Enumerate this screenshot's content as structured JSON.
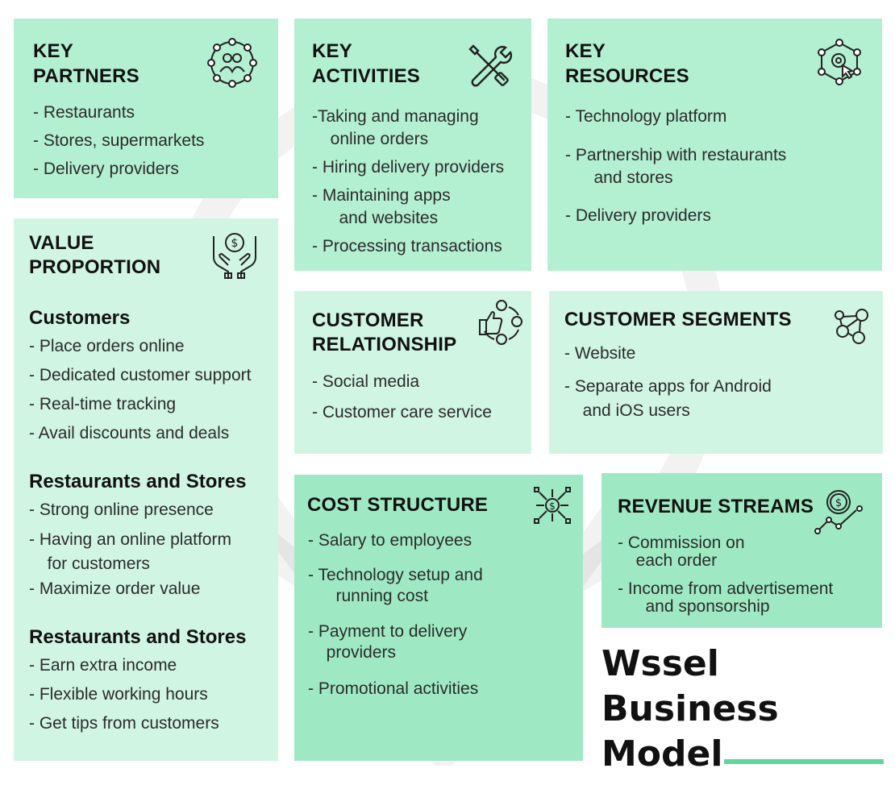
{
  "key_partners": {
    "title": [
      "KEY",
      "PARTNERS"
    ],
    "items": [
      "- Restaurants",
      "- Stores, supermarkets",
      "- Delivery providers"
    ]
  },
  "key_activities": {
    "title": [
      "KEY",
      "ACTIVITIES"
    ],
    "items": [
      [
        "-Taking and managing",
        "  online orders"
      ],
      [
        "- Hiring delivery providers"
      ],
      [
        "- Maintaining apps",
        "   and websites"
      ],
      [
        "- Processing transactions"
      ]
    ]
  },
  "key_resources": {
    "title": [
      "KEY",
      "RESOURCES"
    ],
    "items": [
      [
        "- Technology platform"
      ],
      [
        "- Partnership with restaurants",
        "   and stores"
      ],
      [
        "- Delivery providers"
      ]
    ]
  },
  "value_proposition": {
    "title": [
      "VALUE",
      "PROPORTION"
    ],
    "groups": [
      {
        "heading": "Customers",
        "items": [
          [
            "- Place orders online"
          ],
          [
            "- Dedicated customer support"
          ],
          [
            "- Real-time tracking"
          ],
          [
            "- Avail discounts and deals"
          ]
        ]
      },
      {
        "heading": "Restaurants and Stores",
        "items": [
          [
            "- Strong online presence"
          ],
          [
            "- Having an online platform",
            "  for customers"
          ],
          [
            "- Maximize order value"
          ]
        ]
      },
      {
        "heading": "Restaurants and Stores",
        "items": [
          [
            "- Earn extra income"
          ],
          [
            "- Flexible working hours"
          ],
          [
            "- Get tips from customers"
          ]
        ]
      }
    ]
  },
  "customer_relationship": {
    "title": [
      "CUSTOMER",
      "RELATIONSHIP"
    ],
    "items": [
      "- Social media",
      "- Customer care service"
    ]
  },
  "customer_segments": {
    "title": "CUSTOMER SEGMENTS",
    "items": [
      [
        "- Website"
      ],
      [
        "- Separate apps for Android",
        "  and iOS users"
      ]
    ]
  },
  "cost_structure": {
    "title": "COST STRUCTURE",
    "items": [
      [
        "- Salary to employees"
      ],
      [
        "- Technology setup and",
        "   running cost"
      ],
      [
        "- Payment to delivery",
        "  providers"
      ],
      [
        "- Promotional activities"
      ]
    ]
  },
  "revenue_streams": {
    "title": "REVENUE STREAMS",
    "items": [
      [
        "- Commission on",
        "  each order"
      ],
      [
        "- Income from advertisement",
        "   and sponsorship"
      ]
    ]
  },
  "business_model_title": [
    "Wssel",
    "Business",
    "Model"
  ],
  "colors": {
    "mid_green": "#b3efd1",
    "light_green": "#d0f5e3",
    "dark_green": "#9ee9c3",
    "accent_green": "#5fd79c"
  },
  "icons": {
    "key_partners": "people-network-icon",
    "key_activities": "tools-icon",
    "key_resources": "gear-network-icon",
    "value_proposition": "hands-coin-icon",
    "customer_relationship": "thumbs-up-cycle-icon",
    "customer_segments": "people-connections-icon",
    "cost_structure": "dollar-arrows-icon",
    "revenue_streams": "coin-growth-icon"
  }
}
